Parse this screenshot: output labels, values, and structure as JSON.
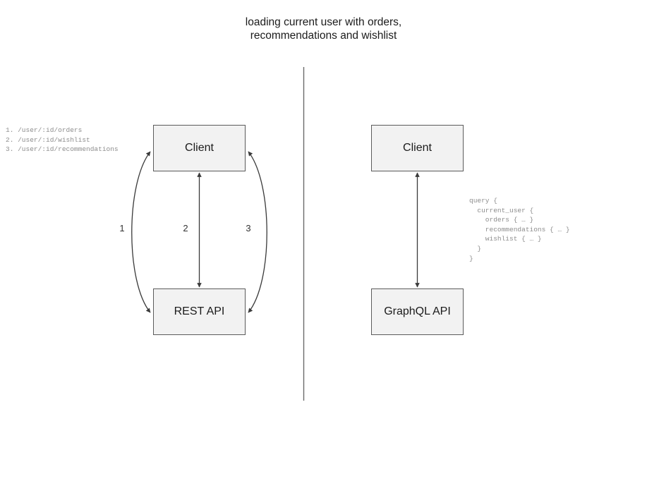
{
  "diagram": {
    "title": "loading current user with orders,\nrecommendations and wishlist",
    "background_color": "#ffffff",
    "node_fill_color": "#f2f2f2",
    "node_border_color": "#5b5b5b",
    "divider_color": "#6b6b6b",
    "edge_color": "#3a3a3a",
    "code_text_color": "#8d8d8d"
  },
  "rest_side": {
    "client_label": "Client",
    "api_label": "REST API",
    "endpoints": "1. /user/:id/orders\n2. /user/:id/wishlist\n3. /user/:id/recommendations",
    "edges": [
      {
        "number": "1",
        "from": "Client",
        "to": "REST API",
        "shape": "curve-left"
      },
      {
        "number": "2",
        "from": "Client",
        "to": "REST API",
        "shape": "straight"
      },
      {
        "number": "3",
        "from": "Client",
        "to": "REST API",
        "shape": "curve-right"
      }
    ]
  },
  "graphql_side": {
    "client_label": "Client",
    "api_label": "GraphQL API",
    "query": "query {\n  current_user {\n    orders { … }\n    recommendations { … }\n    wishlist { … }\n  }\n}",
    "edges": [
      {
        "from": "Client",
        "to": "GraphQL API",
        "shape": "straight"
      }
    ]
  }
}
